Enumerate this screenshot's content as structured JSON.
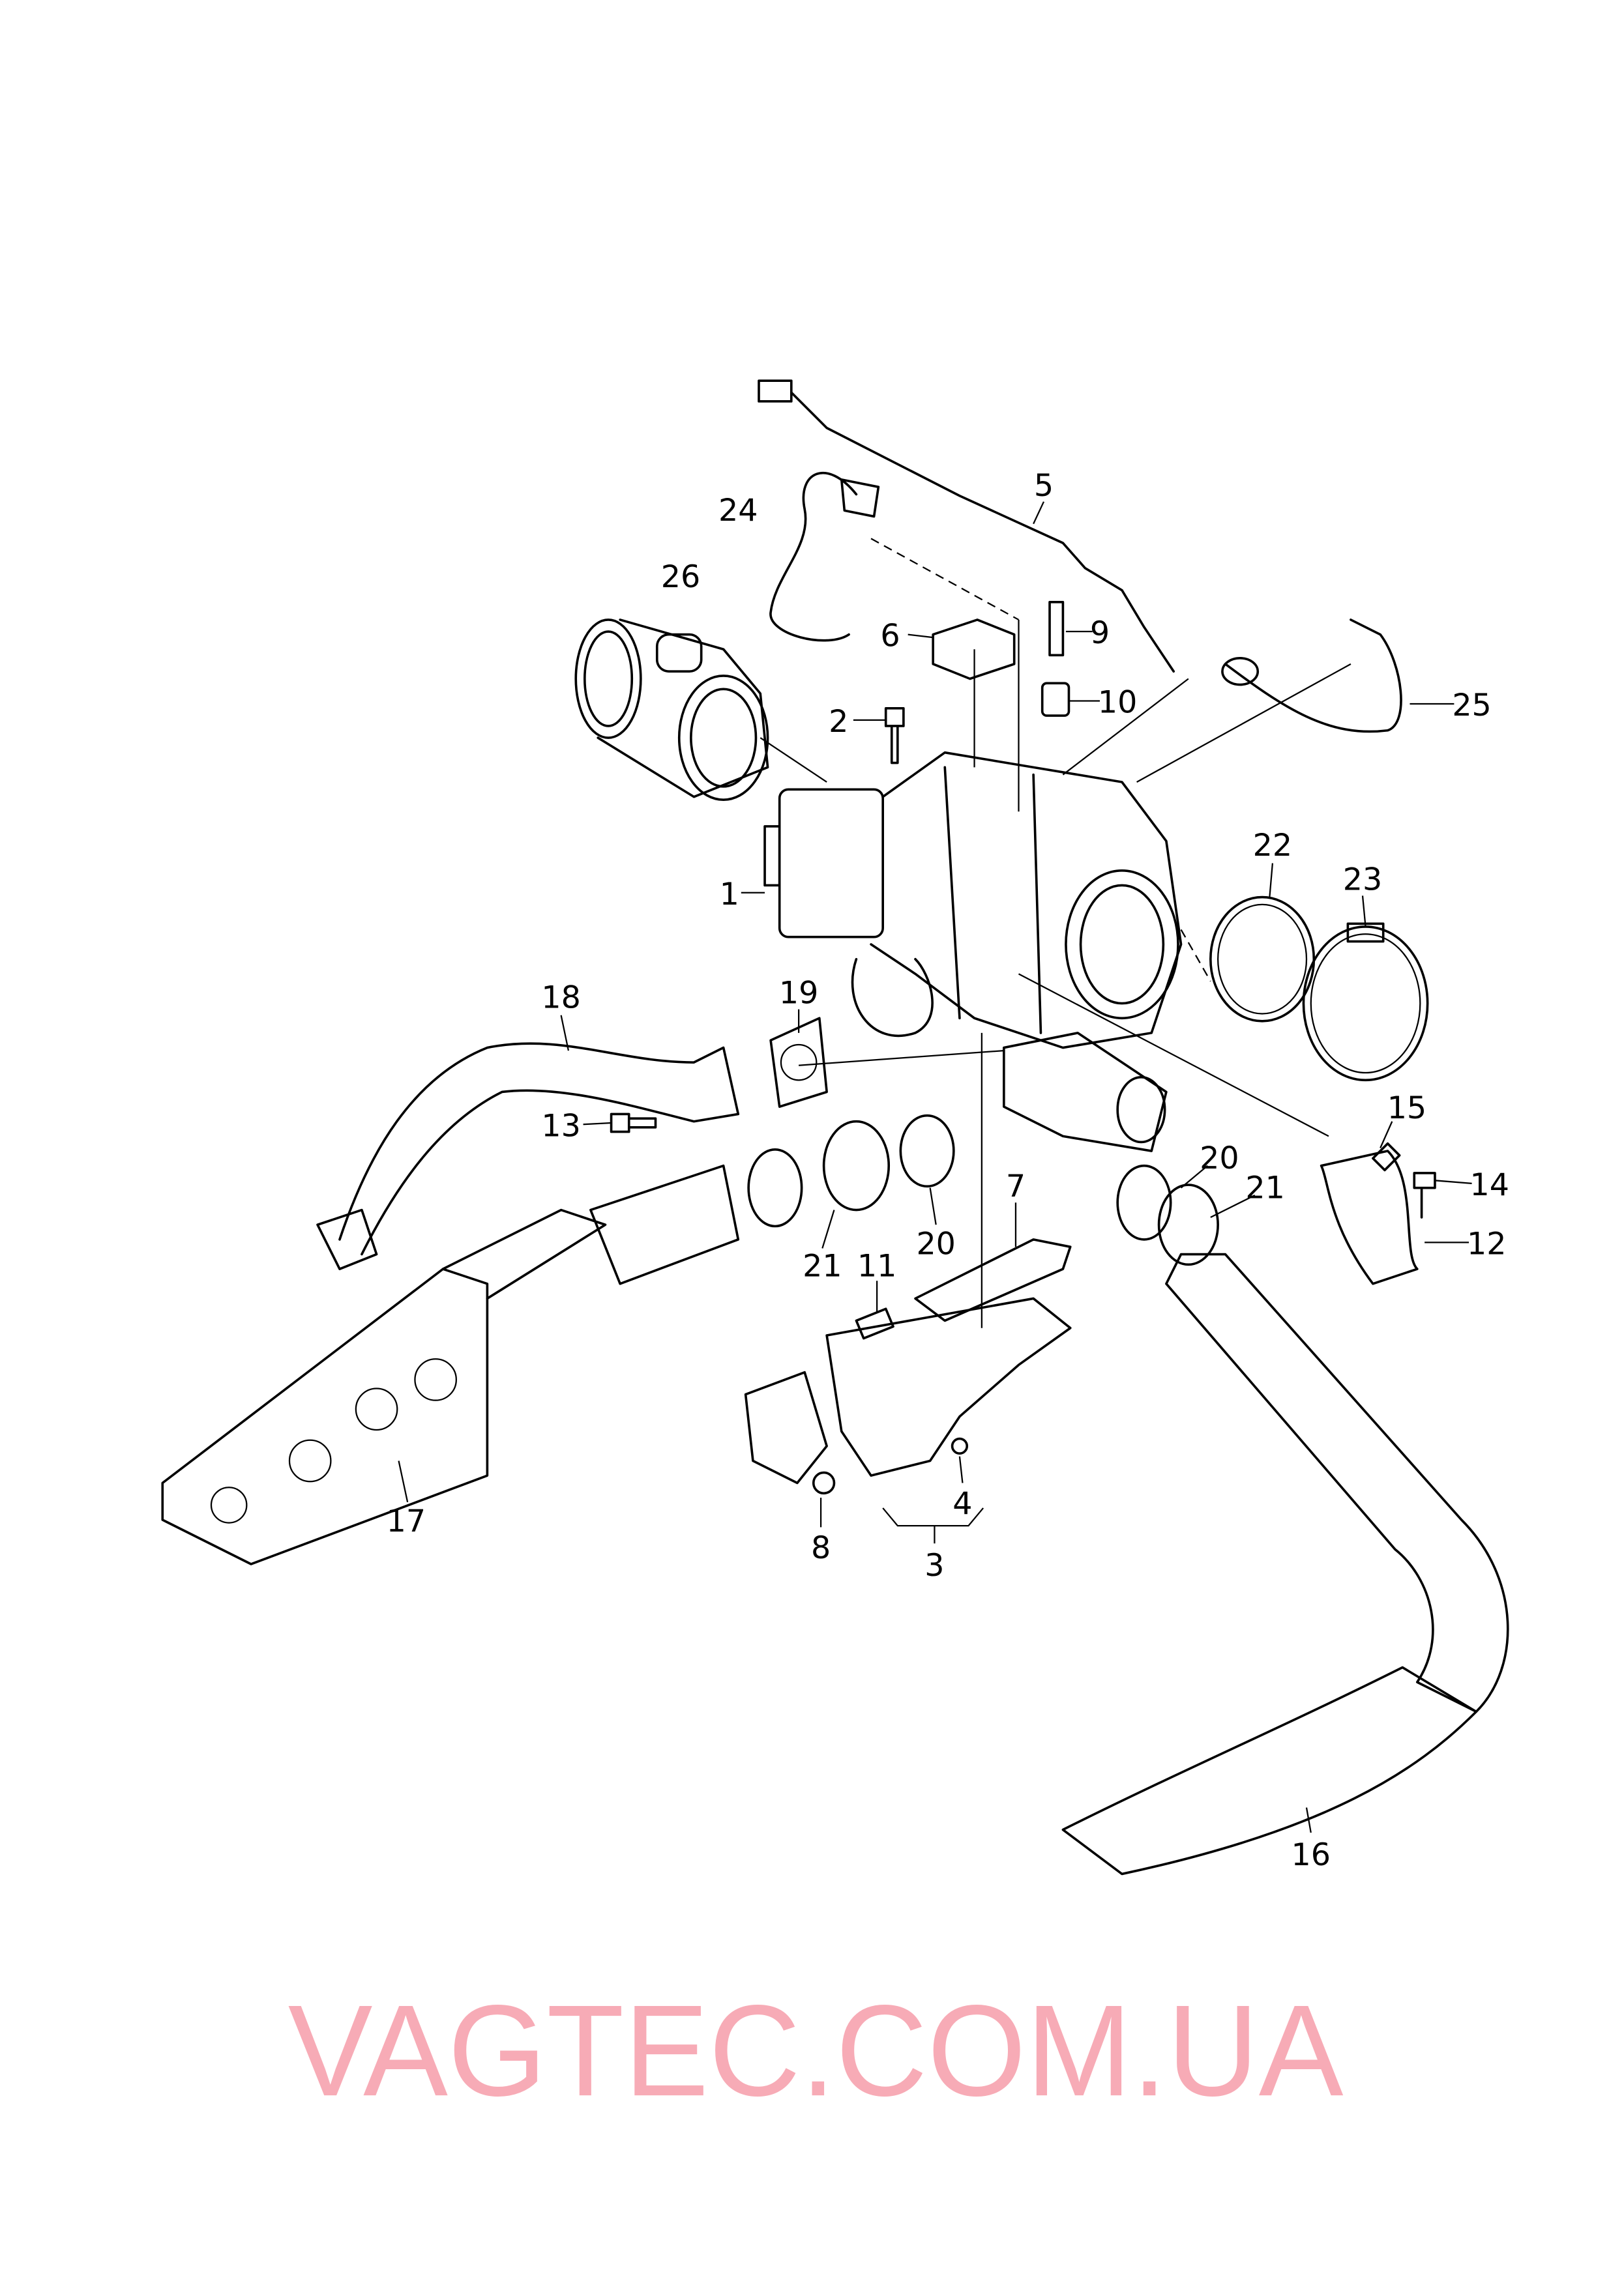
{
  "diagram": {
    "callouts": [
      {
        "id": "c5",
        "label": "5"
      },
      {
        "id": "c24",
        "label": "24"
      },
      {
        "id": "c26",
        "label": "26"
      },
      {
        "id": "c6",
        "label": "6"
      },
      {
        "id": "c9",
        "label": "9"
      },
      {
        "id": "c2",
        "label": "2"
      },
      {
        "id": "c10",
        "label": "10"
      },
      {
        "id": "c25",
        "label": "25"
      },
      {
        "id": "c22",
        "label": "22"
      },
      {
        "id": "c23",
        "label": "23"
      },
      {
        "id": "c1",
        "label": "1"
      },
      {
        "id": "c18",
        "label": "18"
      },
      {
        "id": "c19",
        "label": "19"
      },
      {
        "id": "c13",
        "label": "13"
      },
      {
        "id": "c15",
        "label": "15"
      },
      {
        "id": "c14",
        "label": "14"
      },
      {
        "id": "c12",
        "label": "12"
      },
      {
        "id": "c20a",
        "label": "20"
      },
      {
        "id": "c21a",
        "label": "21"
      },
      {
        "id": "c7",
        "label": "7"
      },
      {
        "id": "c20b",
        "label": "20"
      },
      {
        "id": "c21b",
        "label": "21"
      },
      {
        "id": "c11",
        "label": "11"
      },
      {
        "id": "c17",
        "label": "17"
      },
      {
        "id": "c4",
        "label": "4"
      },
      {
        "id": "c8",
        "label": "8"
      },
      {
        "id": "c3",
        "label": "3"
      },
      {
        "id": "c16",
        "label": "16"
      }
    ]
  },
  "watermark": {
    "text": "VAGTEC.COM.UA",
    "color": "#f58c9a"
  }
}
